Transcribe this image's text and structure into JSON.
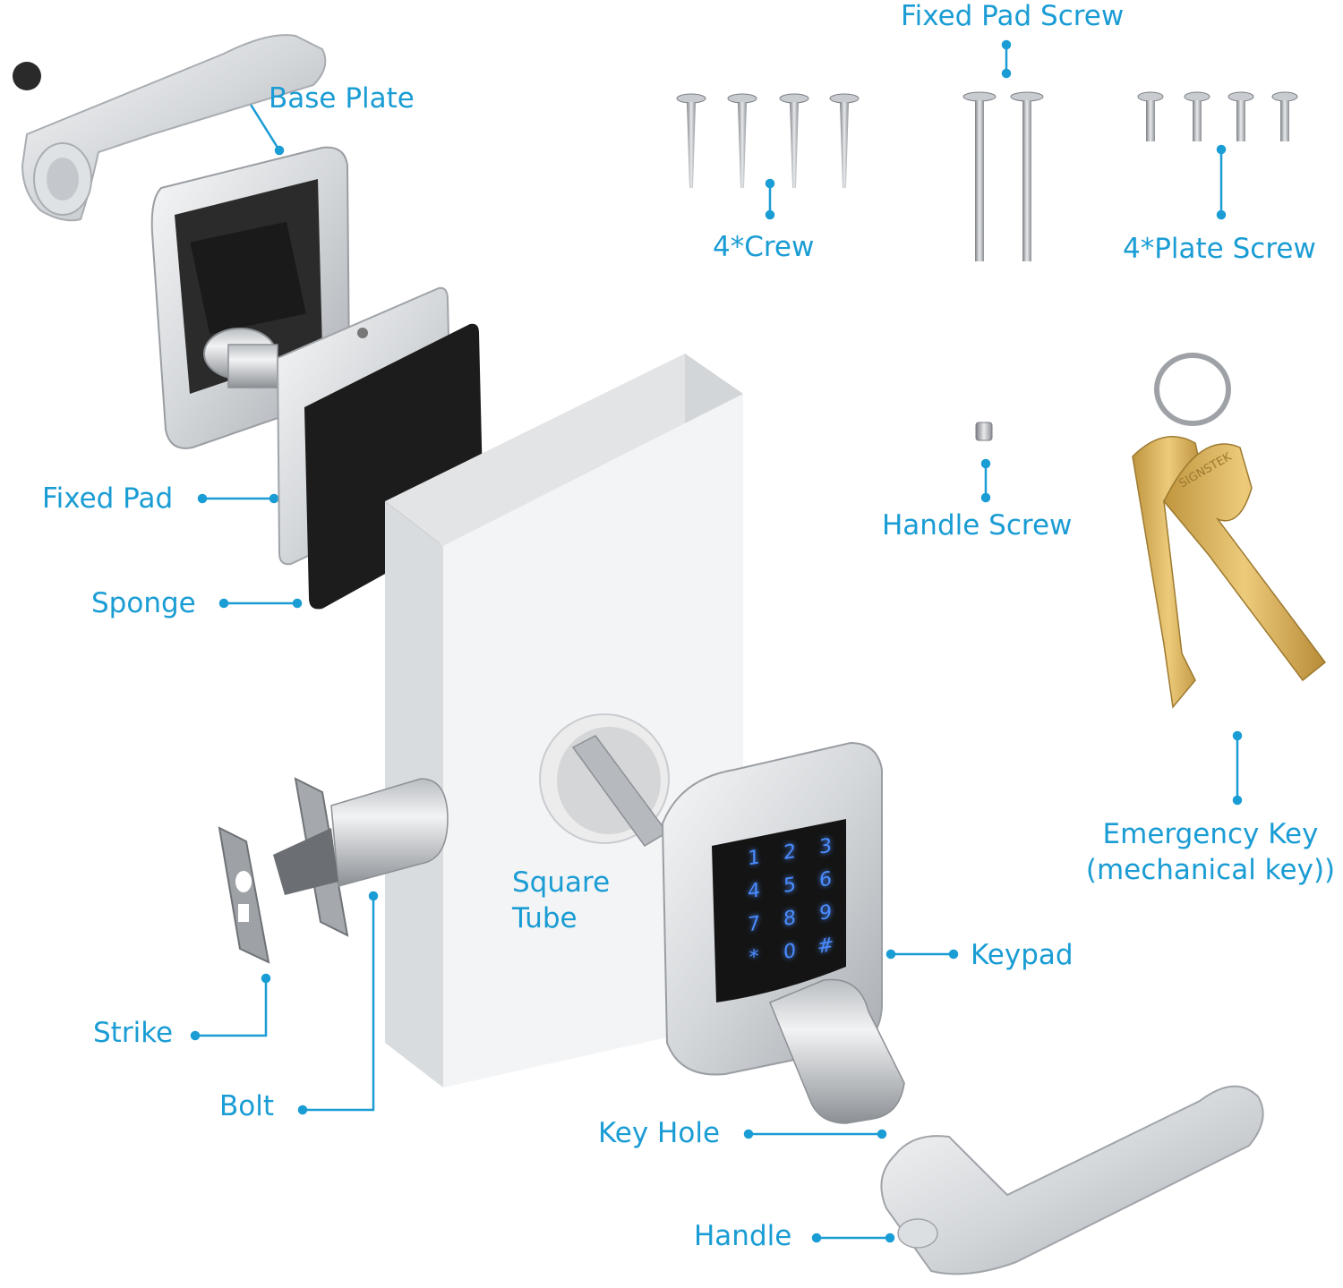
{
  "labels": {
    "base_plate": "Base Plate",
    "fixed_pad": "Fixed Pad",
    "sponge": "Sponge",
    "strike": "Strike",
    "bolt": "Bolt",
    "square_tube_line1": "Square",
    "square_tube_line2": "Tube",
    "keypad": "Keypad",
    "key_hole": "Key Hole",
    "handle": "Handle",
    "fixed_pad_screw": "Fixed Pad Screw",
    "crew": "4*Crew",
    "plate_screw": "4*Plate Screw",
    "handle_screw": "Handle Screw",
    "emergency_key_line1": "Emergency Key",
    "emergency_key_line2": "(mechanical key))"
  },
  "keypad_keys": [
    "1",
    "2",
    "3",
    "4",
    "5",
    "6",
    "7",
    "8",
    "9",
    "*",
    "0",
    "#"
  ],
  "key_brand": "SIGNSTEK",
  "colors": {
    "accent": "#1a9cd4",
    "metal_light": "#eceef0",
    "metal_mid": "#c9ccd0",
    "metal_dark": "#8e9297",
    "door_face": "#f4f5f6",
    "door_side": "#d7d9dc",
    "sponge": "#1c1c1c",
    "brass": "#d7ae55",
    "key_glow": "#4a8cff"
  }
}
